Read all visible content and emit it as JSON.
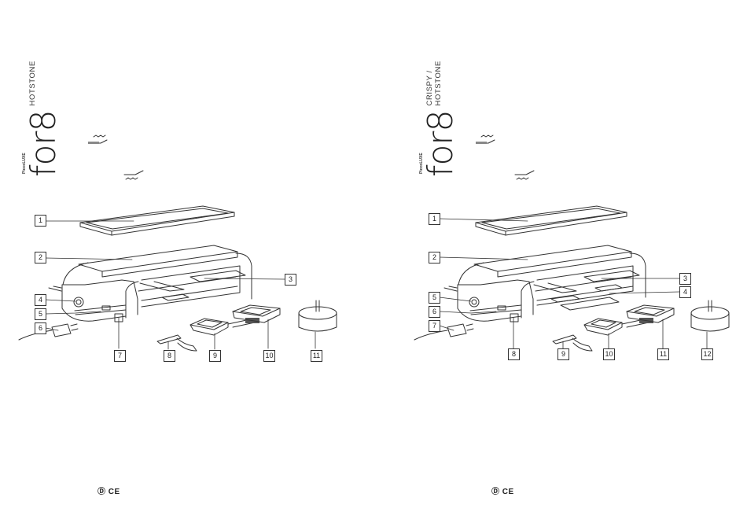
{
  "left": {
    "brand": {
      "mini": "PiccoLUXE",
      "logo": "for8",
      "subtitle_lines": [
        "HOTSTONE"
      ]
    },
    "callouts": [
      "1",
      "2",
      "3",
      "4",
      "5",
      "6",
      "7",
      "8",
      "9",
      "10",
      "11"
    ],
    "cert_mark": "Ⓓ CE"
  },
  "right": {
    "brand": {
      "mini": "PiccoLUXE",
      "logo": "for8",
      "subtitle_lines": [
        "CRISPY /",
        "HOTSTONE"
      ]
    },
    "callouts": [
      "1",
      "2",
      "3",
      "4",
      "5",
      "6",
      "7",
      "8",
      "9",
      "10",
      "11",
      "12"
    ],
    "cert_mark": "Ⓓ CE"
  }
}
